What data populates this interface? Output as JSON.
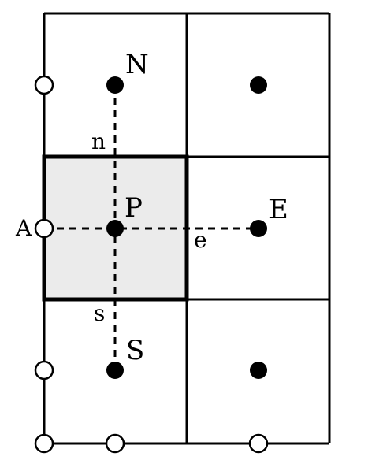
{
  "labels": {
    "node_N": "N",
    "node_P": "P",
    "node_E": "E",
    "node_S": "S",
    "face_n": "n",
    "face_s": "s",
    "face_e": "e",
    "boundary_A": "A"
  },
  "colors": {
    "line": "#000000",
    "highlight_cell": "#ebebeb",
    "filled_node": "#000000",
    "open_node_fill": "#ffffff"
  }
}
